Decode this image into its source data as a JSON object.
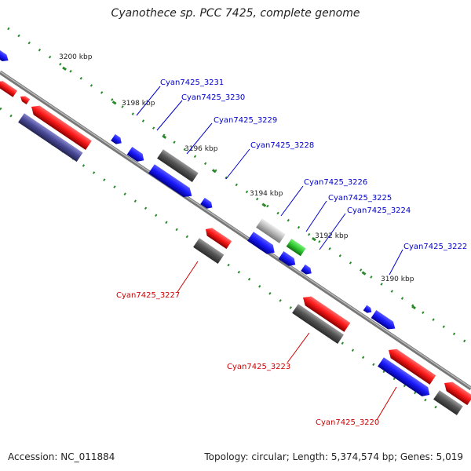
{
  "title": "Cyanothece sp. PCC 7425, complete genome",
  "footer": {
    "accession": "Accession: NC_011884",
    "topology": "Topology: circular; Length: 5,374,574 bp; Genes: 5,019"
  },
  "kbp_ticks": [
    "3200 kbp",
    "3198 kbp",
    "3196 kbp",
    "3194 kbp",
    "3192 kbp",
    "3190 kbp"
  ],
  "gene_labels": {
    "upper": [
      {
        "text": "Cyan7425_3231",
        "color": "#0000cc"
      },
      {
        "text": "Cyan7425_3230",
        "color": "#0000cc"
      },
      {
        "text": "Cyan7425_3229",
        "color": "#0000cc"
      },
      {
        "text": "Cyan7425_3228",
        "color": "#0000cc"
      },
      {
        "text": "Cyan7425_3226",
        "color": "#0000cc"
      },
      {
        "text": "Cyan7425_3225",
        "color": "#0000cc"
      },
      {
        "text": "Cyan7425_3224",
        "color": "#0000cc"
      },
      {
        "text": "Cyan7425_3222",
        "color": "#0000cc"
      }
    ],
    "lower": [
      {
        "text": "Cyan7425_3227",
        "color": "#cc0000"
      },
      {
        "text": "Cyan7425_3223",
        "color": "#cc0000"
      },
      {
        "text": "Cyan7425_3220",
        "color": "#cc0000"
      }
    ]
  },
  "colors": {
    "forward_cds": "#1a1aff",
    "reverse_cds": "#ff1a1a",
    "other_gene": "#555555",
    "rna": "#bbbbbb",
    "green_feature": "#33cc33",
    "orf": "#4a4a99",
    "backbone": "#888888",
    "tick": "#2a8a2a"
  }
}
